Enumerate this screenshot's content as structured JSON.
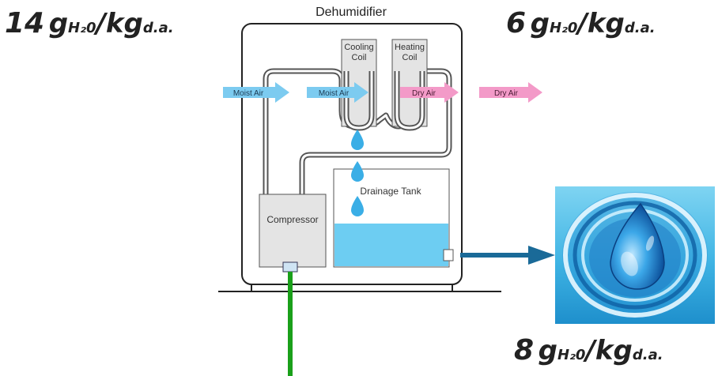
{
  "title": "Dehumidifier",
  "humidity": {
    "inlet": {
      "value": "14",
      "unit": "g",
      "subscript": "H₂0",
      "unit2": "/kg",
      "subscript2": "d.a."
    },
    "outlet": {
      "value": "6",
      "unit": "g",
      "subscript": "H₂0",
      "unit2": "/kg",
      "subscript2": "d.a."
    },
    "tank": {
      "value": "8",
      "unit": "g",
      "subscript": "H₂0",
      "unit2": "/kg",
      "subscript2": "d.a."
    }
  },
  "components": {
    "cooling_coil_line1": "Cooling",
    "cooling_coil_line2": "Coil",
    "heating_coil_line1": "Heating",
    "heating_coil_line2": "Coil",
    "compressor": "Compressor",
    "drainage_tank": "Drainage Tank"
  },
  "airflow": {
    "moist_air_outside": "Moist Air",
    "moist_air_inside": "Moist Air",
    "dry_air_inside": "Dry Air",
    "dry_air_outside": "Dry Air"
  },
  "colors": {
    "moist_air": "#7ccbf0",
    "dry_air": "#f39ac8",
    "tank_water": "#6dcdf2",
    "drain_pipe": "#1a6a98",
    "power_cable": "#1aa01a"
  },
  "icons": [
    "water-drop-icon",
    "water-ring-icon"
  ]
}
